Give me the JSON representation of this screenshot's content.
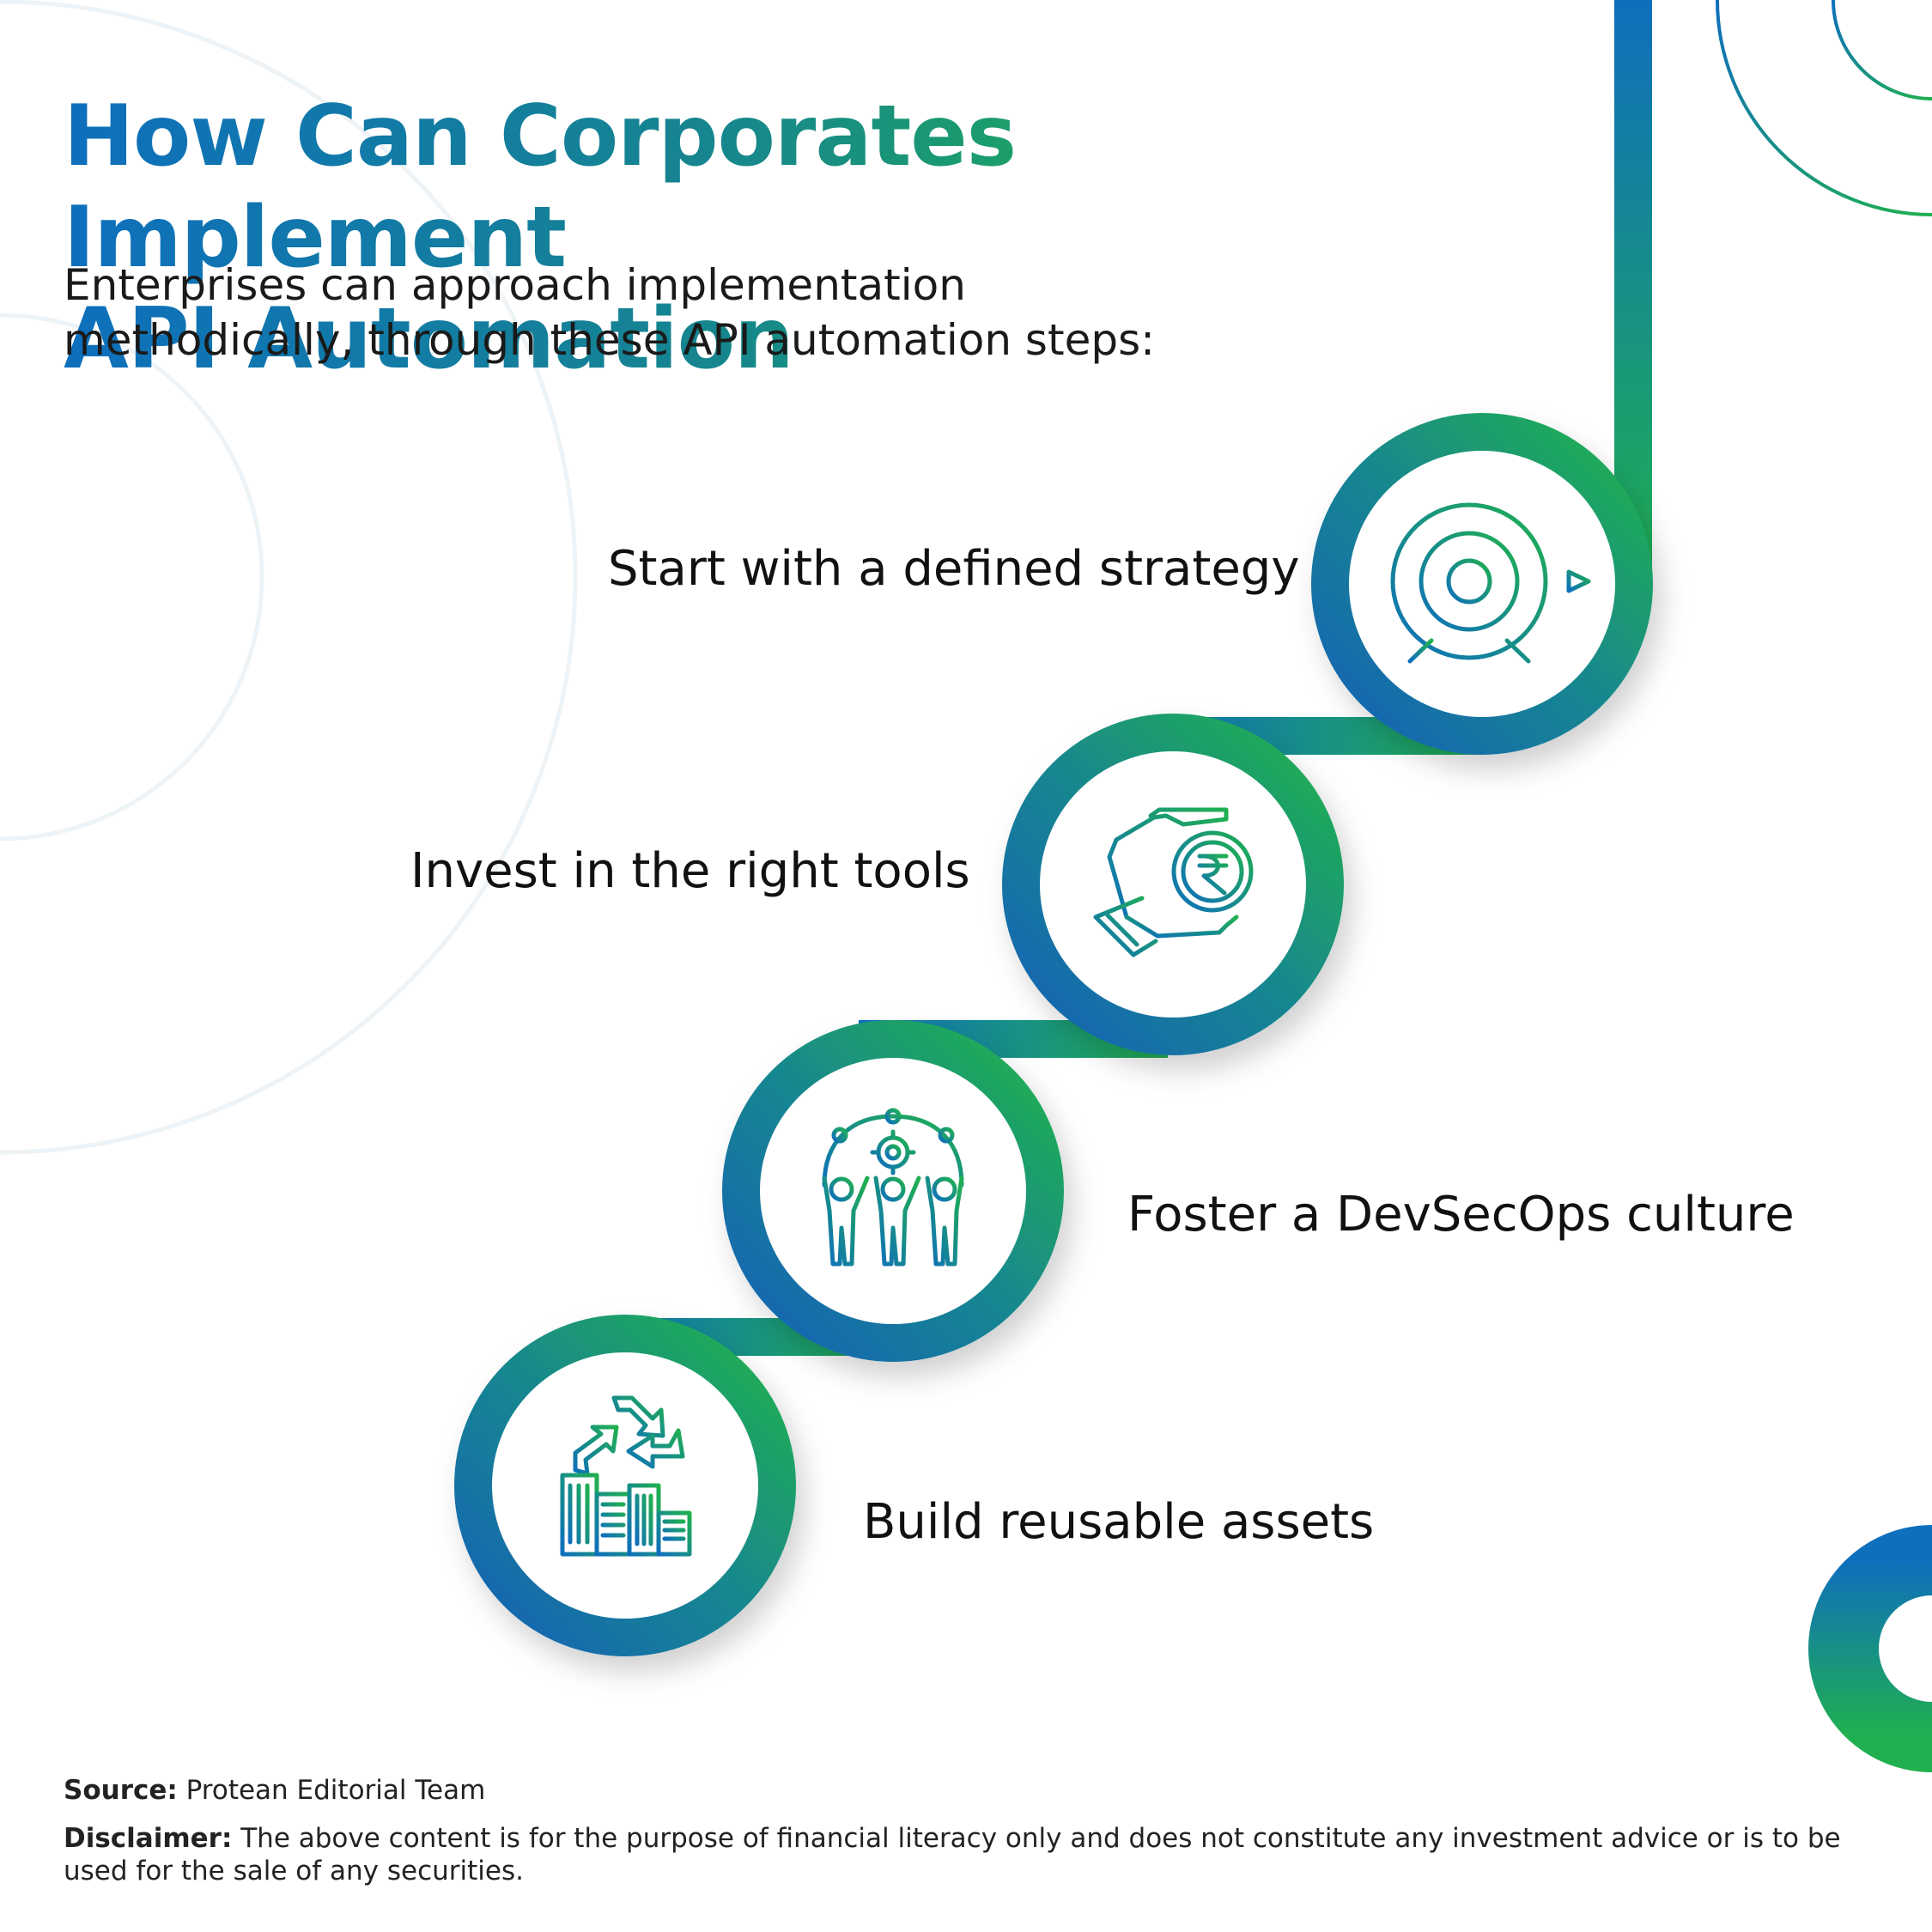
{
  "title": {
    "line1": "How Can Corporates Implement",
    "line2": "API Automation"
  },
  "subtitle": "Enterprises can approach implementation methodically, through these API automation steps:",
  "steps": [
    {
      "label": "Start with a defined strategy",
      "icon": "target-arrow-icon"
    },
    {
      "label": "Invest in the right tools",
      "icon": "hand-rupee-coin-icon"
    },
    {
      "label": "Foster a DevSecOps culture",
      "icon": "team-gear-icon"
    },
    {
      "label": "Build reusable assets",
      "icon": "recycle-buildings-icon"
    }
  ],
  "footer": {
    "source_label": "Source:",
    "source_text": "Protean Editorial Team",
    "disclaimer_label": "Disclaimer:",
    "disclaimer_text": "The above content is for the purpose of financial literacy only and does not constitute any investment advice or is to be used for the sale of any securities."
  },
  "colors": {
    "blue": "#0e6fbd",
    "teal": "#16868e",
    "green": "#20b04f",
    "text": "#111111"
  }
}
